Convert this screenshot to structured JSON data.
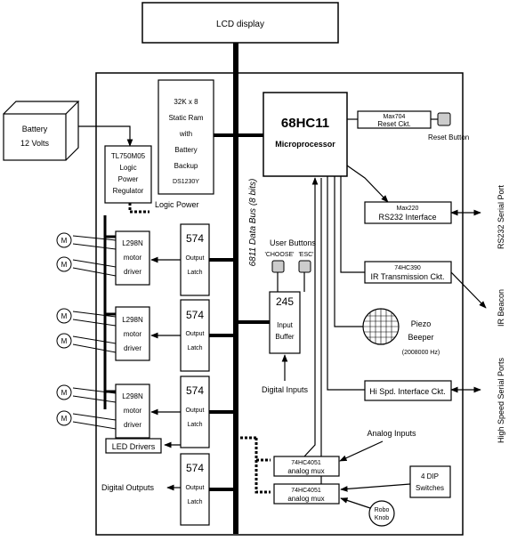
{
  "lcd": "LCD display",
  "battery": {
    "line1": "Battery",
    "line2": "12 Volts"
  },
  "regulator": {
    "l1": "TL750M05",
    "l2": "Logic",
    "l3": "Power",
    "l4": "Regulator"
  },
  "logic_power": "Logic Power",
  "ram": {
    "l1": "32K x 8",
    "l2": "Static Ram",
    "l3": "with",
    "l4": "Battery",
    "l5": "Backup",
    "l6": "DS1230Y"
  },
  "mcu": {
    "name": "68HC11",
    "sub": "Microprocessor"
  },
  "reset_ckt": {
    "part": "Max704",
    "label": "Reset Ckt."
  },
  "reset_button": "Reset Button",
  "data_bus": "6811 Data Bus (8 bits)",
  "rs232": {
    "part": "Max220",
    "label": "RS232 Interface"
  },
  "rs232_port": "RS232 Serial Port",
  "ir": {
    "part": "74HC390",
    "label": "IR Transmission Ckt."
  },
  "ir_beacon": "IR Beacon",
  "piezo": {
    "l1": "Piezo",
    "l2": "Beeper",
    "l3": "(2008000 Hz)"
  },
  "hispeed": {
    "label": "Hi Spd. Interface Ckt."
  },
  "hispeed_ports": "High Speed Serial Ports",
  "user_buttons": {
    "title": "User Buttons",
    "choose": "'CHOOSE'",
    "esc": "'ESC'"
  },
  "input_buffer": {
    "num": "245",
    "l1": "Input",
    "l2": "Buffer"
  },
  "digital_inputs": "Digital Inputs",
  "analog_inputs": "Analog Inputs",
  "mux1": {
    "part": "74HC4051",
    "label": "analog mux"
  },
  "mux2": {
    "part": "74HC4051",
    "label": "analog mux"
  },
  "dip": {
    "l1": "4 DIP",
    "l2": "Switches"
  },
  "robo_knob": {
    "l1": "Robo",
    "l2": "Knob"
  },
  "latch": {
    "num": "574",
    "l1": "Output",
    "l2": "Latch"
  },
  "driver": {
    "part": "L298N",
    "l1": "motor",
    "l2": "driver"
  },
  "motor": "M",
  "led_drivers": "LED Drivers",
  "digital_outputs": "Digital Outputs"
}
